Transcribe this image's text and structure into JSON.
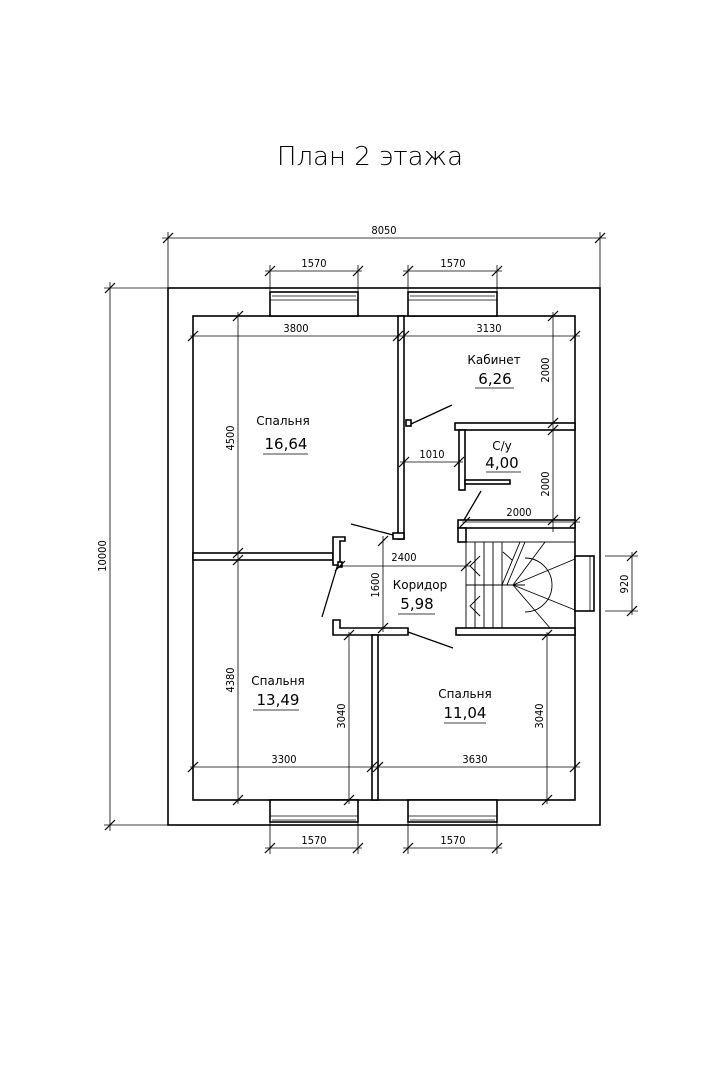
{
  "title": "План 2 этажа",
  "dimensions": {
    "overall_width": "8050",
    "overall_height": "10000",
    "window_top_left": "1570",
    "window_top_right": "1570",
    "window_bottom_left": "1570",
    "window_bottom_right": "1570",
    "bedroom1_width": "3800",
    "cabinet_width": "3130",
    "bedroom1_height": "4500",
    "cabinet_height": "2000",
    "bath_height": "2000",
    "bath_width": "2000",
    "passage_width": "1010",
    "corridor_width": "2400",
    "corridor_height": "1600",
    "bedroom2_height": "4380",
    "bedroom2_inner_height": "3040",
    "bedroom3_height": "3040",
    "bedroom2_width": "3300",
    "bedroom3_width": "3630",
    "stair_window": "920"
  },
  "rooms": [
    {
      "name": "Спальня",
      "area": "16,64"
    },
    {
      "name": "Кабинет",
      "area": "6,26"
    },
    {
      "name": "С/у",
      "area": "4,00"
    },
    {
      "name": "Коридор",
      "area": "5,98"
    },
    {
      "name": "Спальня",
      "area": "13,49"
    },
    {
      "name": "Спальня",
      "area": "11,04"
    }
  ]
}
